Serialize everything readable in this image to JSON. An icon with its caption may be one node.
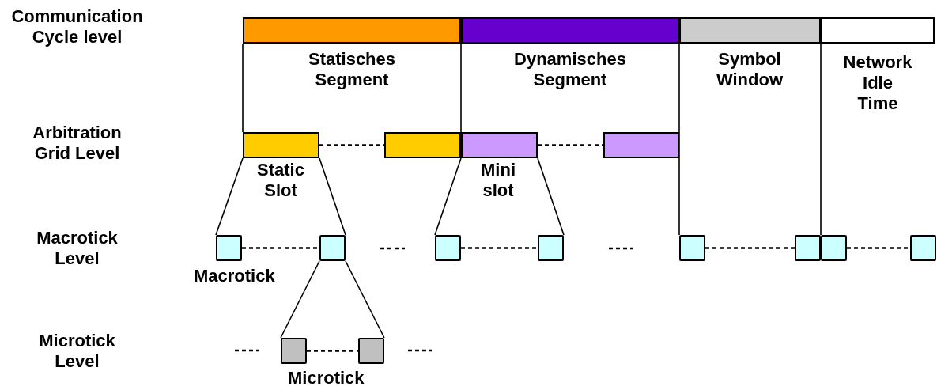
{
  "diagram": {
    "nodes": [
      {
        "text": [],
        "shape": "bar",
        "beside": [
          "Statisches Segment"
        ]
      },
      {
        "text": [],
        "shape": "bar",
        "beside": [
          "Dynamisches Segment"
        ]
      },
      {
        "text": [],
        "shape": "bar",
        "beside": [
          "Symbol Window"
        ]
      },
      {
        "text": [],
        "shape": "bar",
        "beside": [
          "Network Idle Time"
        ]
      },
      {
        "text": [],
        "shape": "bar"
      },
      {
        "text": [],
        "shape": "bar"
      },
      {
        "text": [],
        "shape": "bar"
      },
      {
        "text": [],
        "shape": "bar"
      },
      {
        "text": [],
        "shape": "box"
      },
      {
        "text": [],
        "shape": "box"
      },
      {
        "text": [],
        "shape": "box"
      },
      {
        "text": [],
        "shape": "box"
      },
      {
        "text": [],
        "shape": "box"
      },
      {
        "text": [],
        "shape": "box"
      },
      {
        "text": [],
        "shape": "box"
      },
      {
        "text": [],
        "shape": "box"
      },
      {
        "text": [],
        "shape": "box"
      },
      {
        "text": [],
        "shape": "box"
      }
    ],
    "edges": [
      {
        "from": 0,
        "to": 4,
        "arrow": "none"
      },
      {
        "from": 0,
        "to": 5,
        "arrow": "none"
      },
      {
        "from": 2,
        "to": 12,
        "arrow": "none"
      },
      {
        "from": 3,
        "to": 14,
        "arrow": "none"
      },
      {
        "from": 4,
        "to": 5,
        "arrow": "none",
        "style": "dashed"
      },
      {
        "from": 6,
        "to": 7,
        "arrow": "none",
        "style": "dashed"
      },
      {
        "from": 4,
        "to": 8,
        "arrow": "none"
      },
      {
        "from": 4,
        "to": 9,
        "arrow": "none"
      },
      {
        "from": 6,
        "to": 10,
        "arrow": "none"
      },
      {
        "from": 6,
        "to": 11,
        "arrow": "none"
      },
      {
        "from": 8,
        "to": 9,
        "arrow": "none",
        "style": "dashed"
      },
      {
        "from": 10,
        "to": 11,
        "arrow": "none",
        "style": "dashed"
      },
      {
        "from": 12,
        "to": 13,
        "arrow": "none",
        "style": "dashed"
      },
      {
        "from": 14,
        "to": 15,
        "arrow": "none",
        "style": "dashed"
      },
      {
        "from": 9,
        "to": 16,
        "arrow": "none"
      },
      {
        "from": 9,
        "to": 17,
        "arrow": "none"
      },
      {
        "from": 16,
        "to": 17,
        "arrow": "none",
        "style": "dashed"
      }
    ],
    "labels": [
      "Communication Cycle level",
      "Arbitration Grid Level",
      "Macrotick Level",
      "Microtick Level",
      "Static Slot",
      "Mini slot",
      "Macrotick",
      "Microtick"
    ]
  }
}
